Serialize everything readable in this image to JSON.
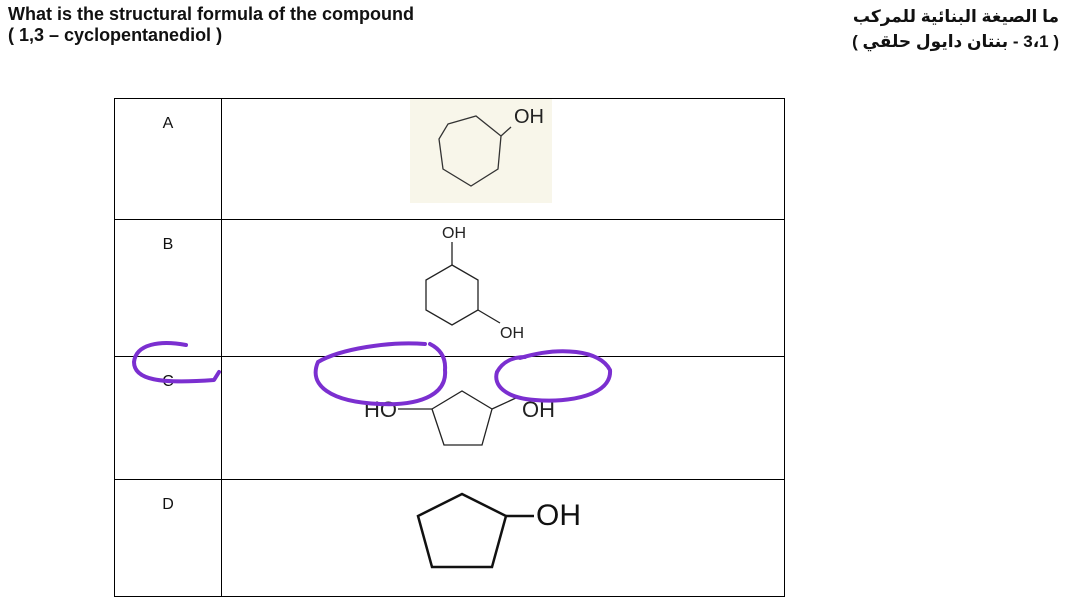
{
  "question": {
    "english_line1": "What is the structural formula of the compound",
    "english_line2": "( 1,3 – cyclopentanediol )",
    "arabic_line1": "ما الصيغة البنائية للمركب",
    "arabic_line2": "( 3،1 - بنتان دايول حلقي )"
  },
  "options": [
    {
      "letter": "A",
      "labels": [
        "OH"
      ],
      "icon": "cyclohexanol-structure"
    },
    {
      "letter": "B",
      "labels": [
        "OH",
        "OH"
      ],
      "icon": "cyclohexane-1,3-diol-structure"
    },
    {
      "letter": "C",
      "labels": [
        "HO",
        "OH"
      ],
      "icon": "cyclopentane-1,3-diol-structure",
      "marked": true
    },
    {
      "letter": "D",
      "labels": [
        "OH"
      ],
      "icon": "cyclopentanol-structure"
    }
  ],
  "annotation_color": "#7b2fd0"
}
